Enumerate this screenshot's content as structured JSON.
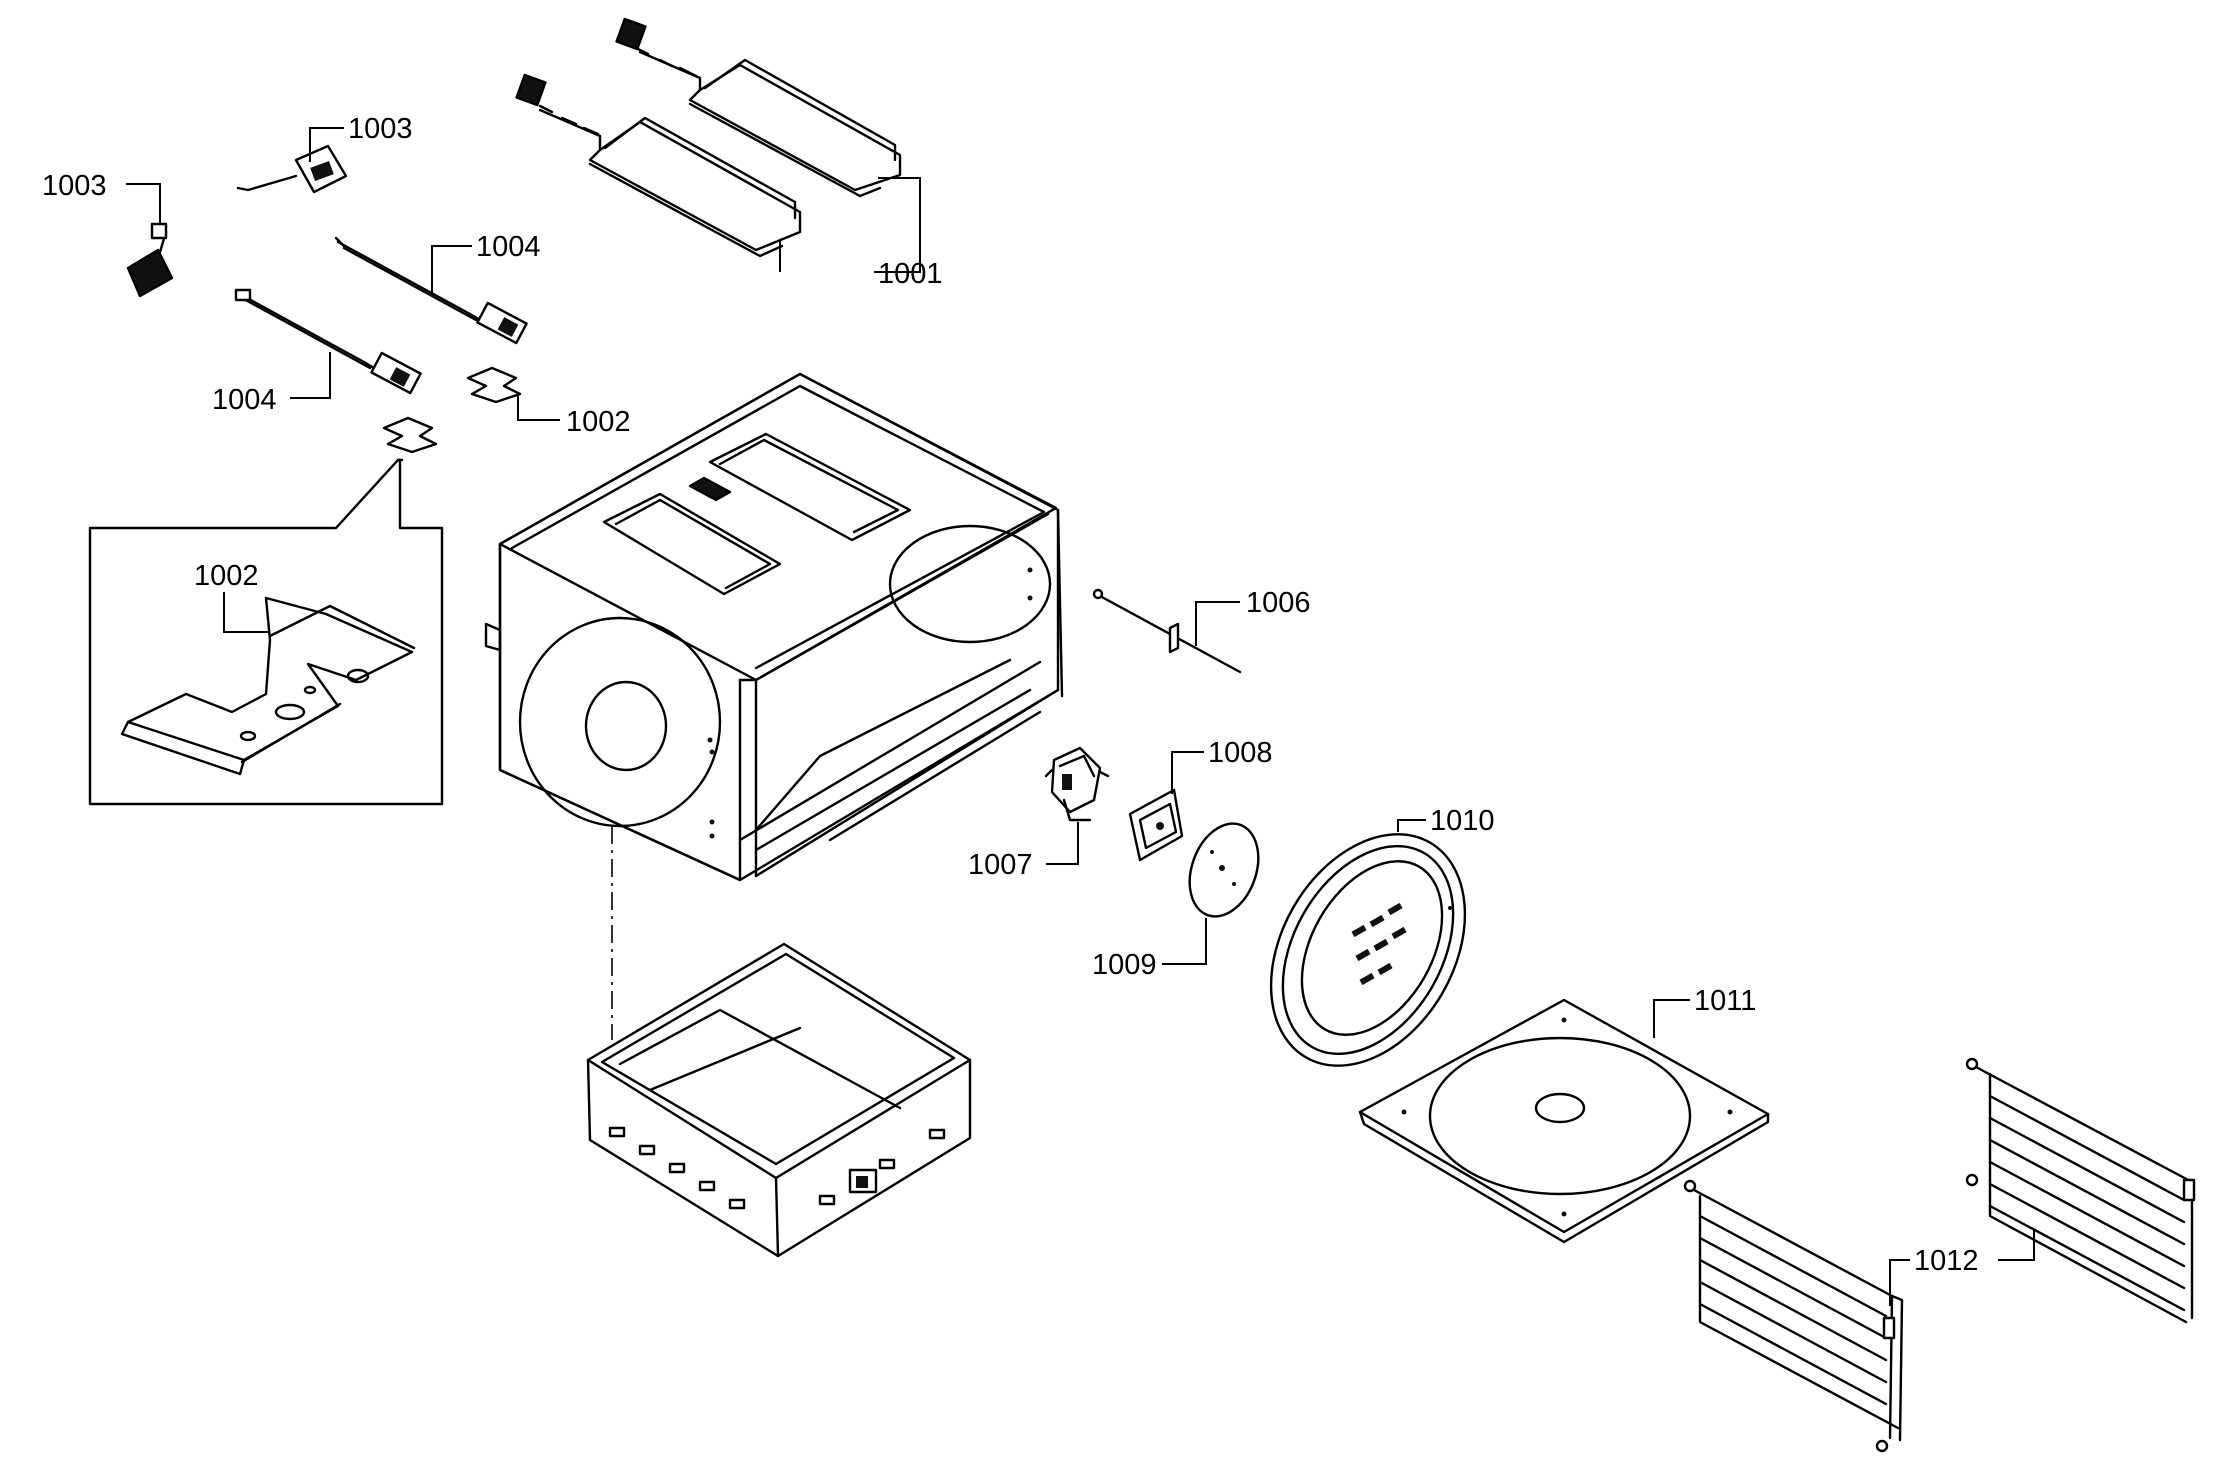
{
  "callouts": {
    "c1001": "1001",
    "c1002a": "1002",
    "c1002b": "1002",
    "c1003a": "1003",
    "c1003b": "1003",
    "c1004a": "1004",
    "c1004b": "1004",
    "c1006": "1006",
    "c1007": "1007",
    "c1008": "1008",
    "c1009": "1009",
    "c1010": "1010",
    "c1011": "1011",
    "c1012": "1012"
  }
}
